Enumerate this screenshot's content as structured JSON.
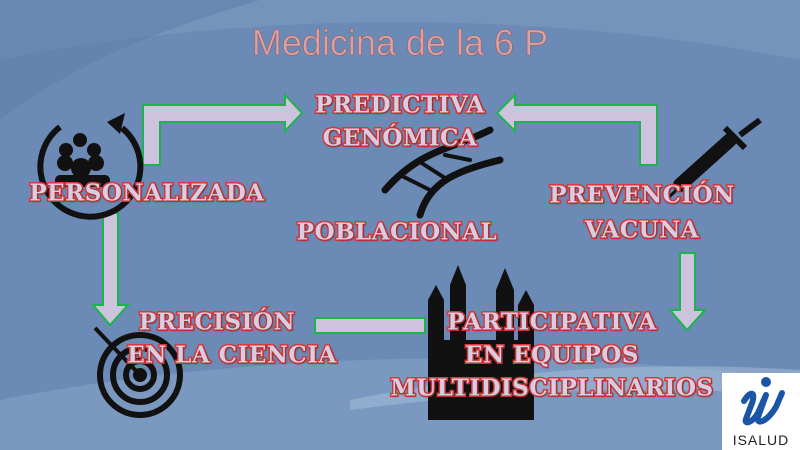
{
  "slide": {
    "title": "Medicina de la 6 P",
    "nodes": {
      "predictiva": [
        "PREDICTIVA",
        "GENÓMICA"
      ],
      "personalizada": [
        "PERSONALIZADA"
      ],
      "poblacional": [
        "POBLACIONAL"
      ],
      "prevencion": [
        "PREVENCIÓN",
        "VACUNA"
      ],
      "precision": [
        "PRECISIÓN",
        "EN LA CIENCIA"
      ],
      "participativa": [
        "PARTICIPATIVA",
        "EN EQUIPOS",
        "MULTIDISCIPLINARIOS"
      ]
    },
    "logo": {
      "mark": "u",
      "text": "ISALUD"
    }
  },
  "colors": {
    "background": "#6b8ab5",
    "arrow_fill": "#cdc3dc",
    "arrow_stroke": "#1db44f",
    "label_fill": "#d9cde3",
    "label_stroke": "#d93a3a",
    "logo_blue": "#1b55a8"
  }
}
